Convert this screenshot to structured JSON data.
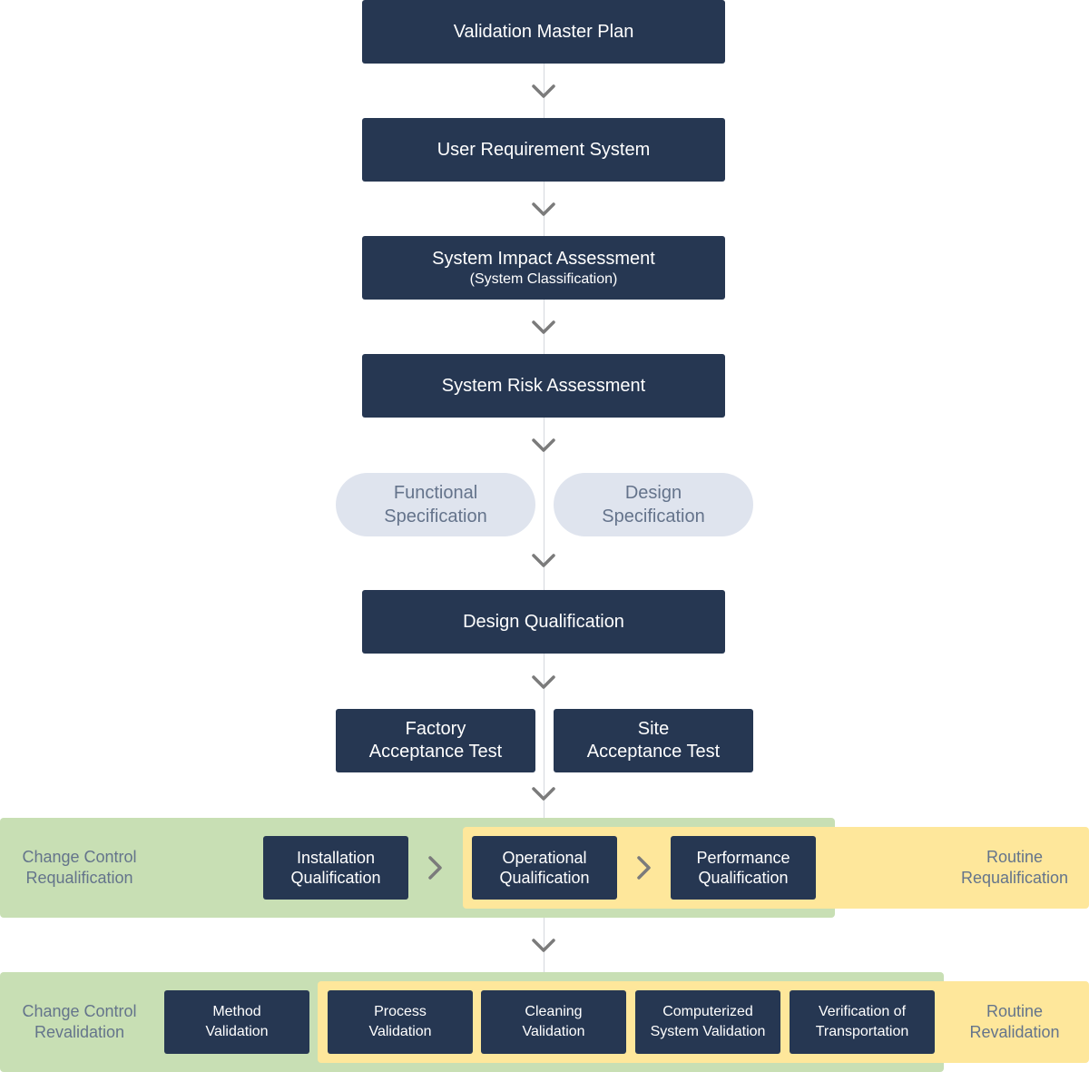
{
  "flow": {
    "vmp": "Validation Master Plan",
    "urs": "User Requirement System",
    "sia_title": "System Impact Assessment",
    "sia_sub": "(System Classification)",
    "sra": "System Risk Assessment",
    "fs_line1": "Functional",
    "fs_line2": "Specification",
    "ds_line1": "Design",
    "ds_line2": "Specification",
    "dq": "Design Qualification",
    "fat_line1": "Factory",
    "fat_line2": "Acceptance Test",
    "sat_line1": "Site",
    "sat_line2": "Acceptance Test"
  },
  "qualification": {
    "change_label_line1": "Change Control",
    "change_label_line2": "Requalification",
    "routine_label_line1": "Routine",
    "routine_label_line2": "Requalification",
    "iq_line1": "Installation",
    "iq_line2": "Qualification",
    "oq_line1": "Operational",
    "oq_line2": "Qualification",
    "pq_line1": "Performance",
    "pq_line2": "Qualification"
  },
  "validation": {
    "change_label_line1": "Change Control",
    "change_label_line2": "Revalidation",
    "routine_label_line1": "Routine",
    "routine_label_line2": "Revalidation",
    "method_line1": "Method",
    "method_line2": "Validation",
    "process_line1": "Process",
    "process_line2": "Validation",
    "cleaning_line1": "Cleaning",
    "cleaning_line2": "Validation",
    "csv_line1": "Computerized",
    "csv_line2": "System Validation",
    "vot_line1": "Verification of",
    "vot_line2": "Transportation"
  },
  "colors": {
    "box": "#263752",
    "pill": "#dfe4ee",
    "green_band": "#c8dfb4",
    "yellow_band": "#fee79b",
    "chevron": "#7b7b7b"
  },
  "icons": {
    "down_arrow": "chevron-down-icon",
    "right_arrow": "chevron-right-icon"
  }
}
